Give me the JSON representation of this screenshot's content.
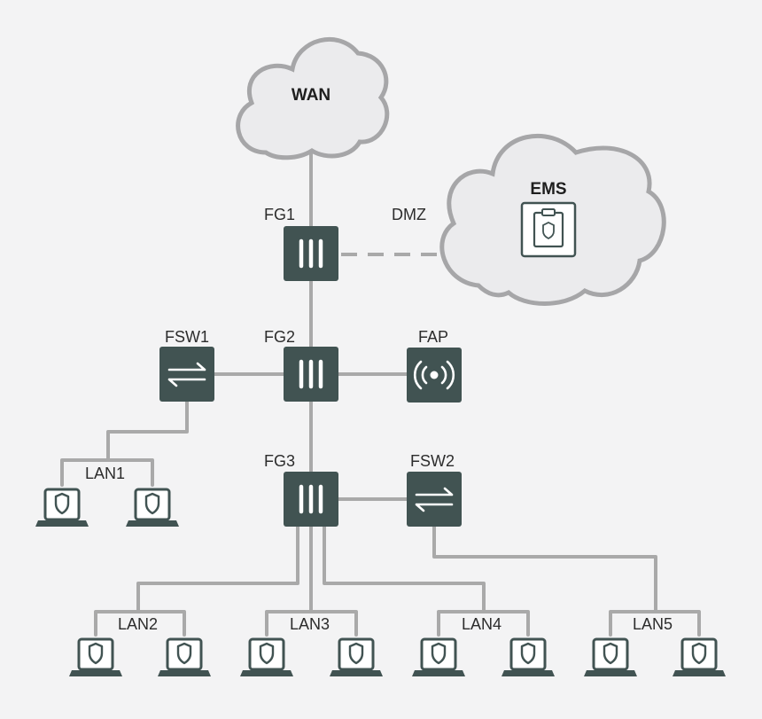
{
  "nodes": {
    "wan": "WAN",
    "ems": "EMS",
    "dmz": "DMZ",
    "fg1": "FG1",
    "fg2": "FG2",
    "fg3": "FG3",
    "fsw1": "FSW1",
    "fsw2": "FSW2",
    "fap": "FAP"
  },
  "lans": [
    "LAN1",
    "LAN2",
    "LAN3",
    "LAN4",
    "LAN5"
  ],
  "icons": {
    "firewall": "firewall-icon",
    "switch": "switch-icon",
    "access_point": "wireless-access-point-icon",
    "endpoint": "laptop-shield-icon",
    "ems": "ems-server-icon",
    "cloud": "cloud-icon"
  },
  "colors": {
    "device": "#415352",
    "link": "#a9a9a9",
    "cloud_fill": "#ebebed",
    "cloud_stroke": "#a6a6a8",
    "background": "#f3f3f4"
  }
}
